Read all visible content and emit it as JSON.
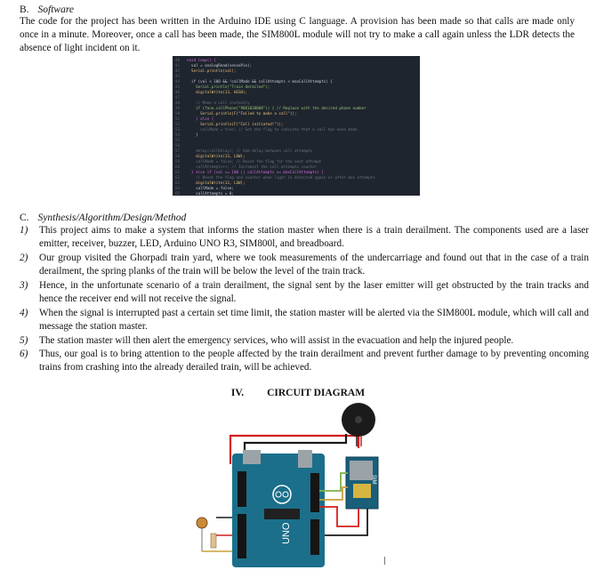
{
  "software": {
    "letter": "B.",
    "title": "Software",
    "paragraph": "The code for the project has been written in the Arduino IDE using C language. A provision has been made so that calls are made only once in a minute. Moreover, once a call has been made, the SIM800L module will not try to make a call again unless the LDR detects the absence of light incident on it."
  },
  "code": {
    "lines": [
      {
        "n": "40",
        "t": "void loop() {",
        "c": "kw"
      },
      {
        "n": "41",
        "t": "  val = analogRead(sensePin);",
        "c": "pl"
      },
      {
        "n": "42",
        "t": "  Serial.println(val);",
        "c": "fn"
      },
      {
        "n": "43",
        "t": "",
        "c": "pl"
      },
      {
        "n": "44",
        "t": "  if (val < 100 && !callMade && callAttempts < maxCallAttempts) {",
        "c": "pl"
      },
      {
        "n": "45",
        "t": "    Serial.println(\"Train derailed\");",
        "c": "str"
      },
      {
        "n": "46",
        "t": "    digitalWrite(13, HIGH);",
        "c": "fn"
      },
      {
        "n": "47",
        "t": "",
        "c": "pl"
      },
      {
        "n": "48",
        "t": "    // Make a call instantly",
        "c": "cm"
      },
      {
        "n": "49",
        "t": "    if (fona.callPhone(\"9881038008\")) { // Replace with the desired phone number",
        "c": "str"
      },
      {
        "n": "50",
        "t": "      Serial.println(F(\"Failed to make a call\"));",
        "c": "fn"
      },
      {
        "n": "51",
        "t": "    } else {",
        "c": "kw"
      },
      {
        "n": "52",
        "t": "      Serial.println(F(\"Call initiated!\"));",
        "c": "fn"
      },
      {
        "n": "53",
        "t": "      callMade = true; // Set the flag to indicate that a call has been made",
        "c": "cm"
      },
      {
        "n": "54",
        "t": "    }",
        "c": "pl"
      },
      {
        "n": "55",
        "t": "",
        "c": "pl"
      },
      {
        "n": "56",
        "t": "",
        "c": "pl"
      },
      {
        "n": "57",
        "t": "    delay(callDelay); // Add delay between call attempts",
        "c": "cm"
      },
      {
        "n": "58",
        "t": "    digitalWrite(13, LOW);",
        "c": "fn"
      },
      {
        "n": "59",
        "t": "    callMade = false; // Reset the flag for the next attempt",
        "c": "cm"
      },
      {
        "n": "60",
        "t": "    callAttempts++; // Increment the call attempts counter",
        "c": "cm"
      },
      {
        "n": "61",
        "t": "  } else if (val >= 100 || callAttempts >= maxCallAttempts) {",
        "c": "kw"
      },
      {
        "n": "62",
        "t": "    // Reset the flag and counter when light is detected again or after max attempts",
        "c": "cm"
      },
      {
        "n": "63",
        "t": "    digitalWrite(13, LOW);",
        "c": "fn"
      },
      {
        "n": "64",
        "t": "    callMade = false;",
        "c": "pl"
      },
      {
        "n": "65",
        "t": "    callAttempts = 0;",
        "c": "pl"
      }
    ]
  },
  "method": {
    "letter": "C.",
    "title": "Synthesis/Algorithm/Design/Method",
    "items": [
      {
        "num": "1)",
        "text": "This project aims to make a system that informs the station master when there is a train derailment. The components used are a laser emitter, receiver, buzzer, LED, Arduino UNO R3, SIM800l, and breadboard."
      },
      {
        "num": "2)",
        "text": "Our group visited the Ghorpadi train yard, where we took measurements of the undercarriage and found out that in the case of a train derailment, the spring planks of the train will be below the level of the train track."
      },
      {
        "num": "3)",
        "text": "Hence, in the unfortunate scenario of a train derailment, the signal sent by the laser emitter will get obstructed by the train tracks and hence the receiver end will not receive the signal."
      },
      {
        "num": "4)",
        "text": "When the signal is interrupted past a certain set time limit, the station master will be alerted via the SIM800L module, which will call and message the station master."
      },
      {
        "num": "5)",
        "text": "The station master will then alert the emergency services, who will assist in the evacuation and help the injured people."
      },
      {
        "num": "6)",
        "text": "Thus, our goal is to bring attention to the people affected by the train derailment and prevent further damage to by preventing oncoming trains from crashing into the already derailed train, will be achieved."
      }
    ]
  },
  "circuit": {
    "roman": "IV.",
    "title": "CIRCUIT DIAGRAM",
    "board_label": "UNO",
    "module_label": "SIM"
  },
  "colors": {
    "board": "#1b6f8a",
    "wire_red": "#d41f1f",
    "wire_black": "#1a1a1a",
    "wire_green": "#7fb24a",
    "code_bg": "#1f252e"
  }
}
